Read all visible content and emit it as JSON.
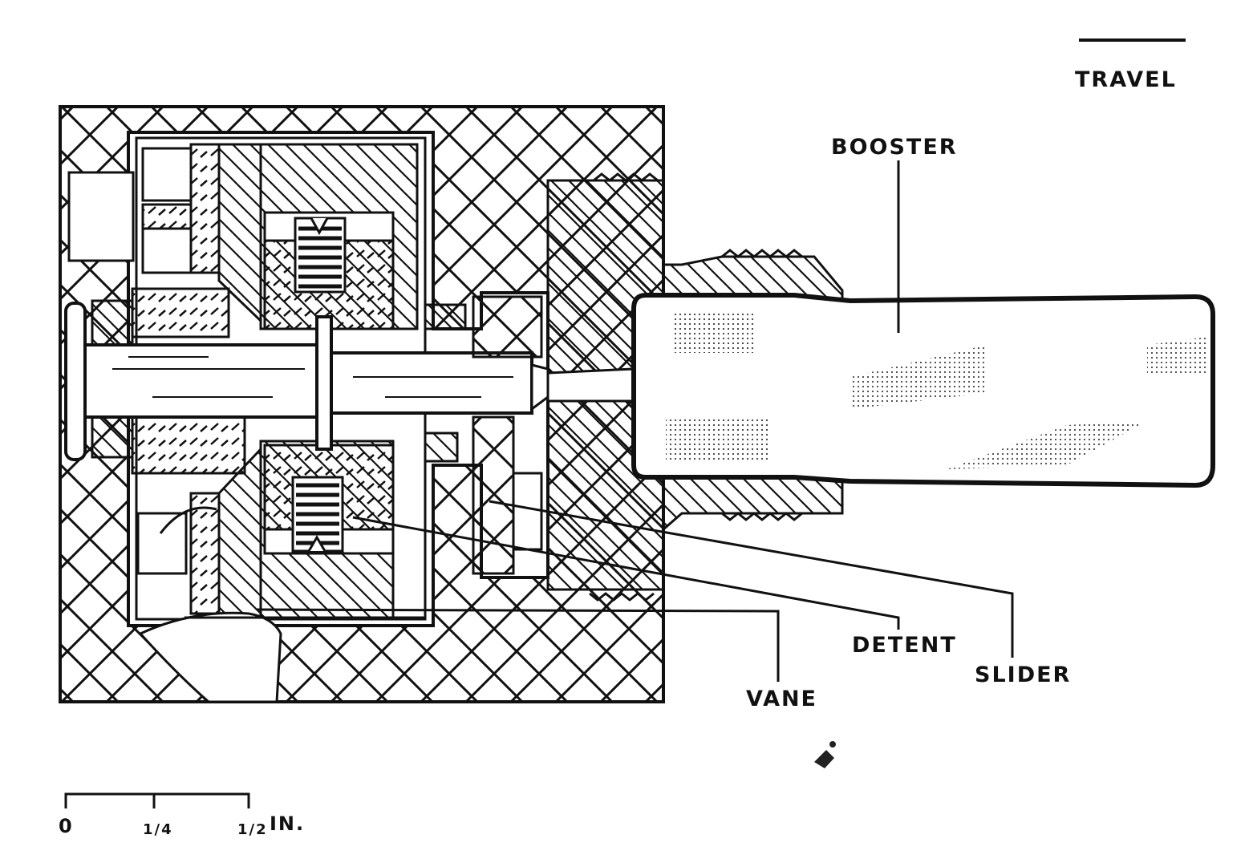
{
  "labels": {
    "travel": "TRAVEL",
    "booster": "BOOSTER",
    "detent": "DETENT",
    "slider": "SLIDER",
    "vane": "VANE"
  },
  "scale": {
    "zero": "0",
    "quarter": "1/4",
    "half": "1/2",
    "unit": "IN."
  },
  "colors": {
    "ink": "#111111",
    "paper": "#ffffff"
  }
}
